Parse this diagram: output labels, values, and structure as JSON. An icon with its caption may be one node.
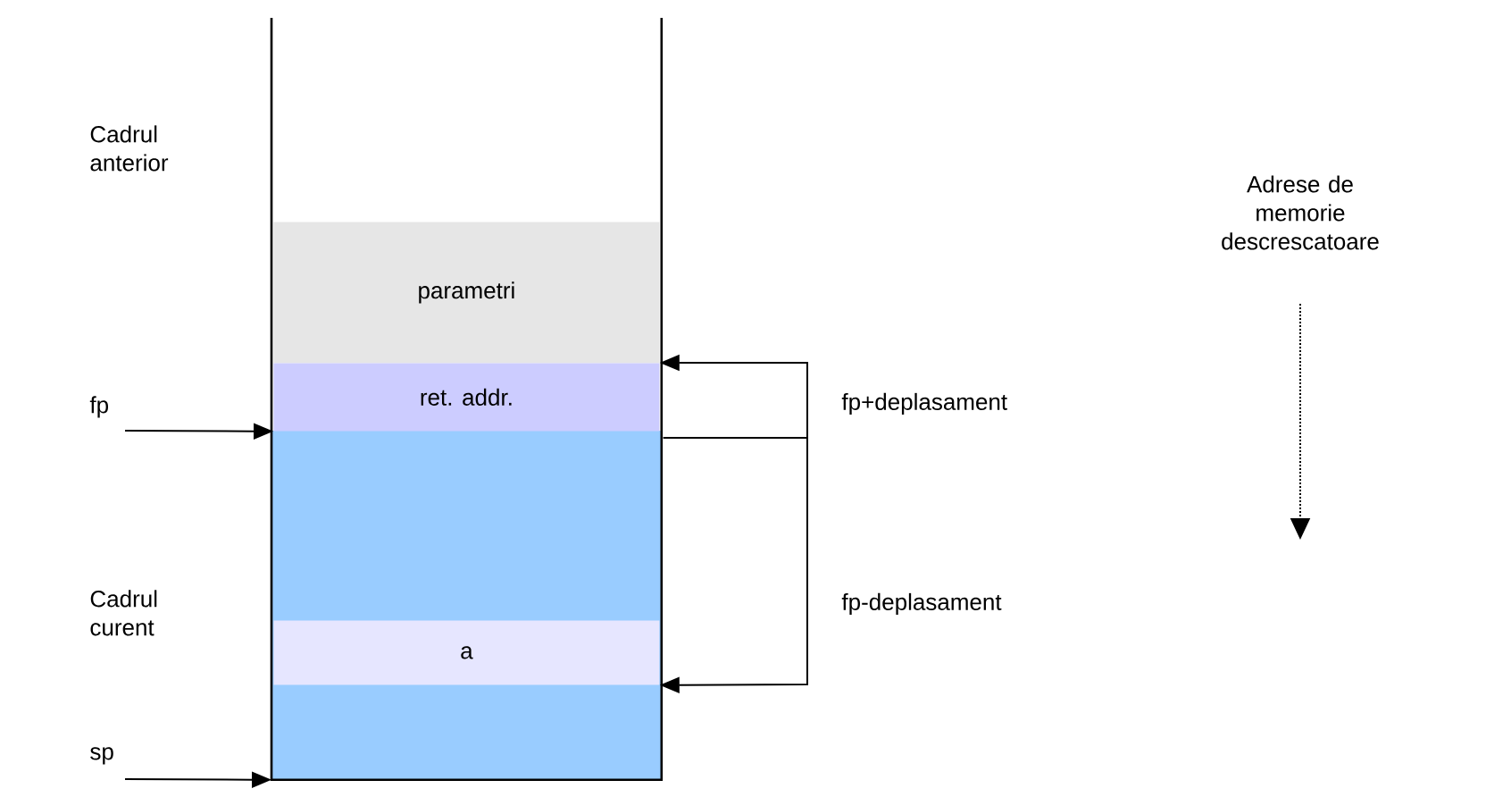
{
  "diagram": {
    "nodes": [
      {
        "text": [],
        "shape": "box"
      },
      {
        "text": [
          "parametri"
        ],
        "in": 0
      },
      {
        "text": [
          "ret. addr."
        ],
        "in": 0
      },
      {
        "text": [
          "a"
        ],
        "in": 0
      }
    ],
    "edges": [
      {
        "from": null,
        "to": 2,
        "arrow": "to"
      },
      {
        "from": null,
        "to": 0,
        "arrow": "to"
      },
      {
        "from": 0,
        "to": 2,
        "arrow": "to",
        "label": "fp+deplasament"
      },
      {
        "from": 0,
        "to": 3,
        "arrow": "to",
        "label": "fp-deplasament"
      }
    ],
    "labels": [
      "Cadrul anterior",
      "Adrese de memorie descrescatoare",
      "fp",
      "Cadrul curent",
      "sp"
    ]
  }
}
